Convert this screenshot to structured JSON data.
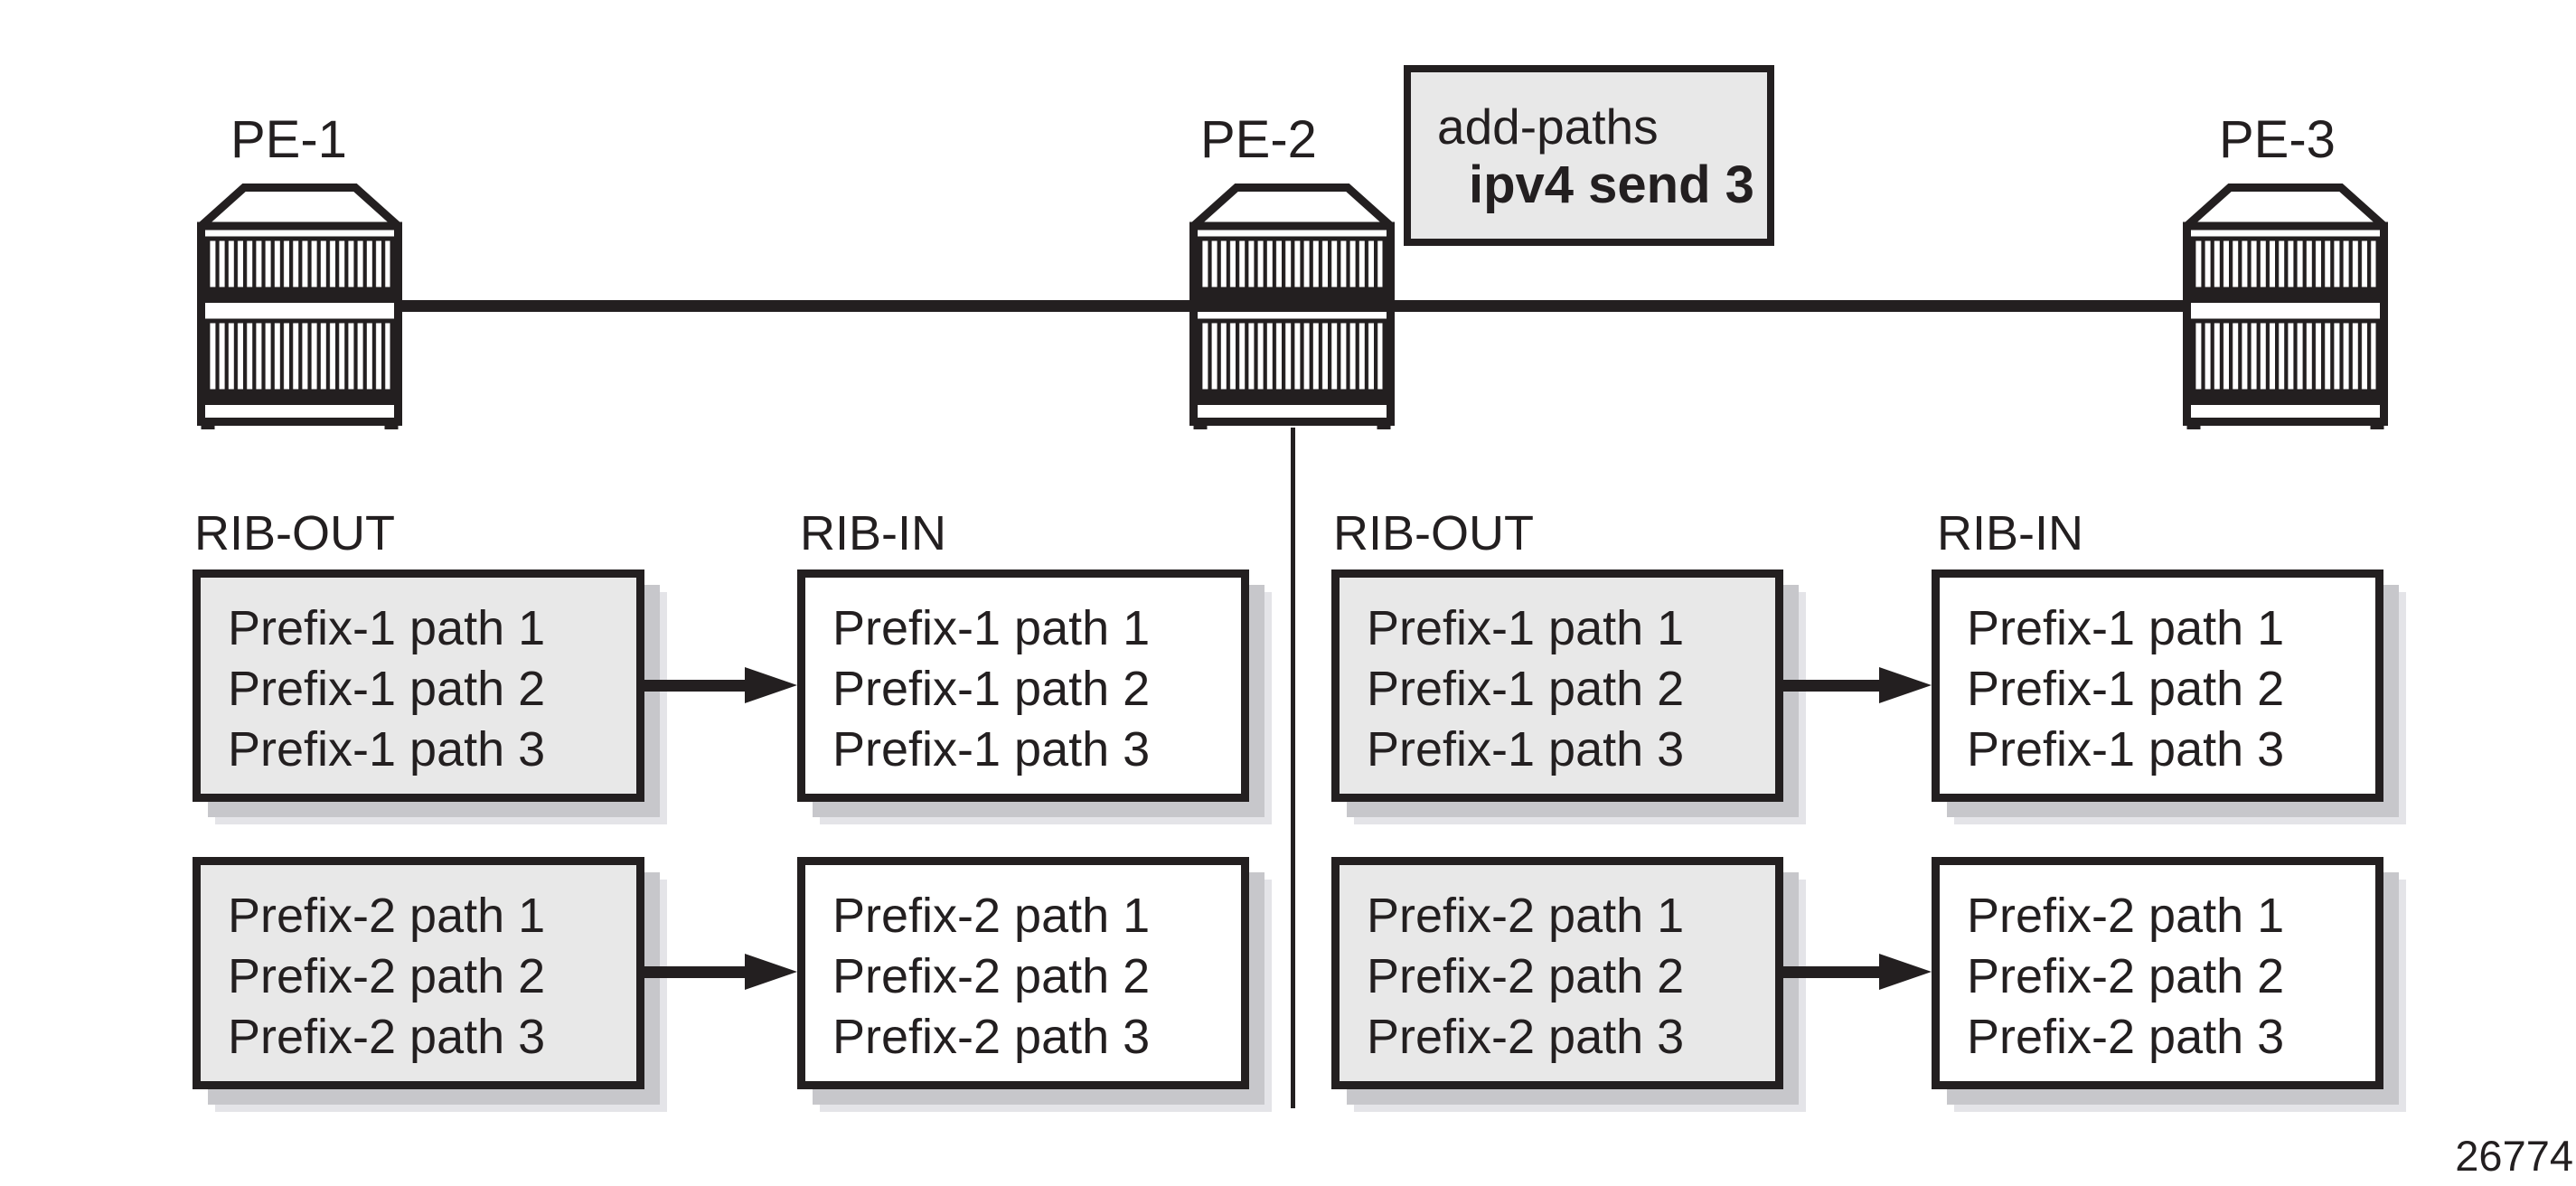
{
  "figure_number": "26774",
  "colors": {
    "ink": "#231f20",
    "box_fill_grey": "#e8e8e8",
    "box_fill_white": "#ffffff",
    "shadow": "#c7c7cb"
  },
  "routers": [
    {
      "name": "PE-1"
    },
    {
      "name": "PE-2"
    },
    {
      "name": "PE-3"
    }
  ],
  "annotation": {
    "line1": "add-paths",
    "line2": "ipv4 send 3"
  },
  "panels": [
    {
      "side": "left",
      "out_label": "RIB-OUT",
      "in_label": "RIB-IN",
      "rows": [
        {
          "out": [
            "Prefix-1 path 1",
            "Prefix-1 path 2",
            "Prefix-1 path 3"
          ],
          "in": [
            "Prefix-1 path 1",
            "Prefix-1 path 2",
            "Prefix-1 path 3"
          ]
        },
        {
          "out": [
            "Prefix-2 path 1",
            "Prefix-2 path 2",
            "Prefix-2 path 3"
          ],
          "in": [
            "Prefix-2 path 1",
            "Prefix-2 path 2",
            "Prefix-2 path 3"
          ]
        }
      ]
    },
    {
      "side": "right",
      "out_label": "RIB-OUT",
      "in_label": "RIB-IN",
      "rows": [
        {
          "out": [
            "Prefix-1 path 1",
            "Prefix-1 path 2",
            "Prefix-1 path 3"
          ],
          "in": [
            "Prefix-1 path 1",
            "Prefix-1 path 2",
            "Prefix-1 path 3"
          ]
        },
        {
          "out": [
            "Prefix-2 path 1",
            "Prefix-2 path 2",
            "Prefix-2 path 3"
          ],
          "in": [
            "Prefix-2 path 1",
            "Prefix-2 path 2",
            "Prefix-2 path 3"
          ]
        }
      ]
    }
  ]
}
